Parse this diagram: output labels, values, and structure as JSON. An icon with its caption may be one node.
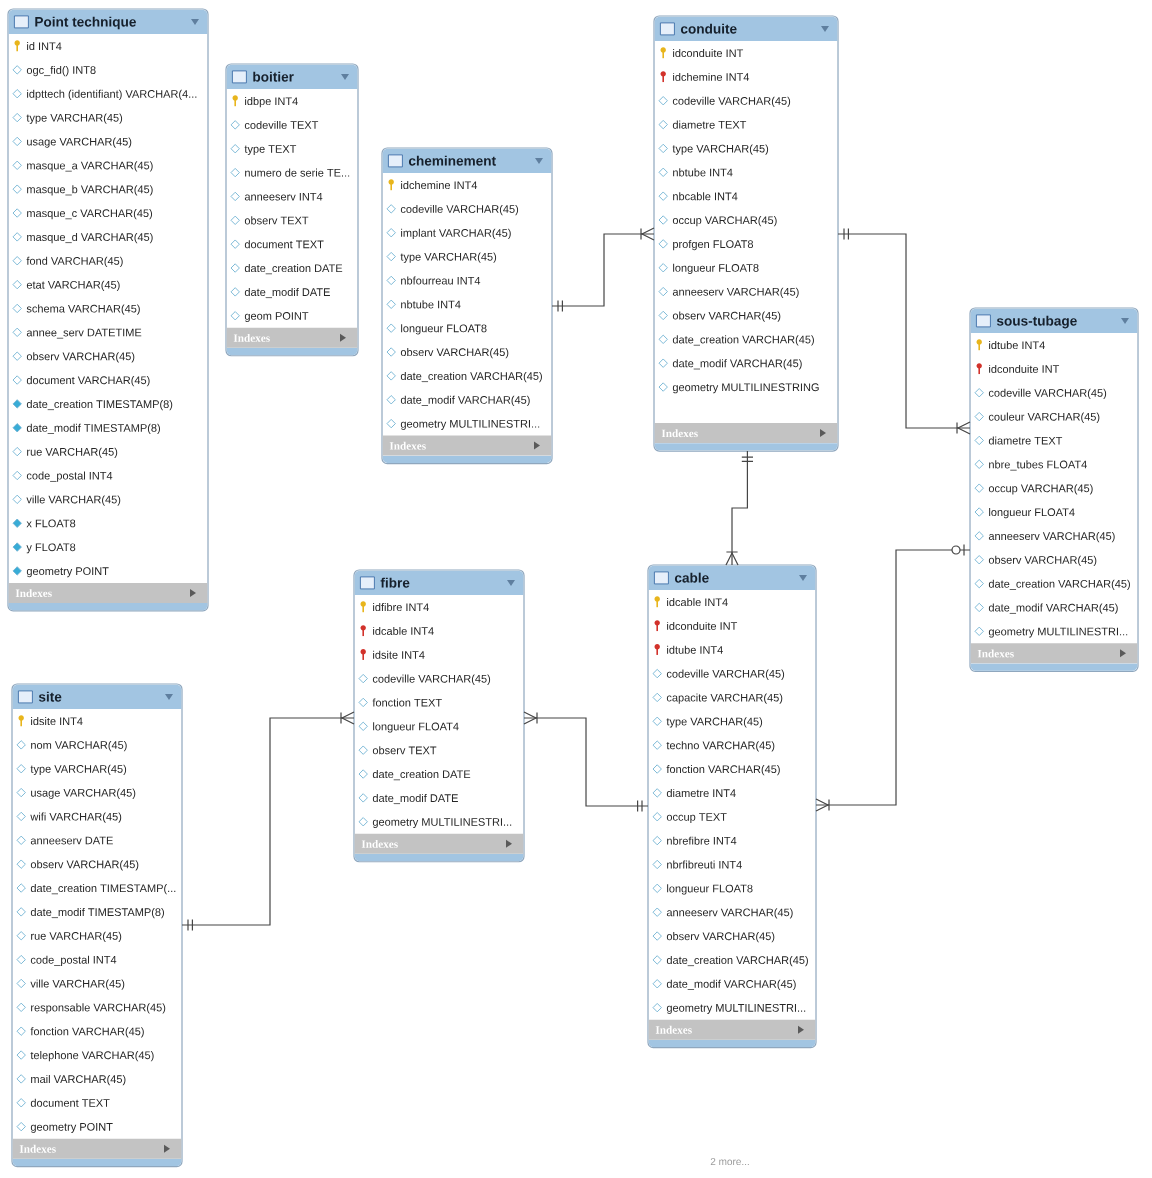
{
  "diagram": {
    "nodes": [
      {
        "text": [
          "Point technique",
          "id INT4",
          "ogc_fid() INT8",
          "idpttech (identifiant) VARCHAR(4...",
          "type VARCHAR(45)",
          "usage VARCHAR(45)",
          "masque_a VARCHAR(45)",
          "masque_b VARCHAR(45)",
          "masque_c VARCHAR(45)",
          "masque_d VARCHAR(45)",
          "fond VARCHAR(45)",
          "etat VARCHAR(45)",
          "schema VARCHAR(45)",
          "annee_serv DATETIME",
          "observ VARCHAR(45)",
          "document VARCHAR(45)",
          "date_creation TIMESTAMP(8)",
          "date_modif TIMESTAMP(8)",
          "rue VARCHAR(45)",
          "code_postal INT4",
          "ville VARCHAR(45)",
          "x FLOAT8",
          "y FLOAT8",
          "geometry POINT",
          "Indexes"
        ]
      },
      {
        "text": [
          "boitier",
          "idbpe INT4",
          "codeville TEXT",
          "type TEXT",
          "numero de serie TE...",
          "anneeserv INT4",
          "observ TEXT",
          "document TEXT",
          "date_creation DATE",
          "date_modif DATE",
          "geom POINT",
          "Indexes"
        ]
      },
      {
        "text": [
          "cheminement",
          "idchemine INT4",
          "codeville VARCHAR(45)",
          "implant VARCHAR(45)",
          "type VARCHAR(45)",
          "nbfourreau INT4",
          "nbtube INT4",
          "longueur FLOAT8",
          "observ VARCHAR(45)",
          "date_creation VARCHAR(45)",
          "date_modif VARCHAR(45)",
          "geometry MULTILINESTRI...",
          "Indexes"
        ]
      },
      {
        "text": [
          "conduite",
          "idconduite INT",
          "idchemine INT4",
          "codeville VARCHAR(45)",
          "diametre TEXT",
          "type VARCHAR(45)",
          "nbtube INT4",
          "nbcable INT4",
          "occup VARCHAR(45)",
          "profgen FLOAT8",
          "longueur FLOAT8",
          "anneeserv VARCHAR(45)",
          "observ VARCHAR(45)",
          "date_creation VARCHAR(45)",
          "date_modif VARCHAR(45)",
          "geometry MULTILINESTRING",
          "Indexes"
        ]
      },
      {
        "text": [
          "sous-tubage",
          "idtube INT4",
          "idconduite INT",
          "codeville VARCHAR(45)",
          "couleur VARCHAR(45)",
          "diametre TEXT",
          "nbre_tubes FLOAT4",
          "occup VARCHAR(45)",
          "longueur FLOAT4",
          "anneeserv VARCHAR(45)",
          "observ VARCHAR(45)",
          "date_creation VARCHAR(45)",
          "date_modif VARCHAR(45)",
          "geometry MULTILINESTRI...",
          "Indexes"
        ]
      },
      {
        "text": [
          "fibre",
          "idfibre INT4",
          "idcable INT4",
          "idsite INT4",
          "codeville VARCHAR(45)",
          "fonction TEXT",
          "longueur FLOAT4",
          "observ TEXT",
          "date_creation DATE",
          "date_modif DATE",
          "geometry MULTILINESTRI...",
          "Indexes"
        ]
      },
      {
        "text": [
          "cable",
          "idcable INT4",
          "idconduite INT",
          "idtube INT4",
          "codeville VARCHAR(45)",
          "capacite VARCHAR(45)",
          "type VARCHAR(45)",
          "techno VARCHAR(45)",
          "fonction VARCHAR(45)",
          "diametre INT4",
          "occup TEXT",
          "nbrefibre INT4",
          "nbrfibreuti INT4",
          "longueur FLOAT8",
          "anneeserv VARCHAR(45)",
          "observ VARCHAR(45)",
          "date_creation VARCHAR(45)",
          "date_modif VARCHAR(45)",
          "geometry MULTILINESTRI...",
          "Indexes"
        ]
      },
      {
        "text": [
          "site",
          "idsite INT4",
          "nom VARCHAR(45)",
          "type VARCHAR(45)",
          "usage VARCHAR(45)",
          "wifi VARCHAR(45)",
          "anneeserv DATE",
          "observ VARCHAR(45)",
          "date_creation TIMESTAMP(...",
          "date_modif TIMESTAMP(8)",
          "rue VARCHAR(45)",
          "code_postal INT4",
          "ville VARCHAR(45)",
          "responsable VARCHAR(45)",
          "fonction VARCHAR(45)",
          "telephone VARCHAR(45)",
          "mail VARCHAR(45)",
          "document TEXT",
          "geometry POINT",
          "Indexes"
        ]
      }
    ],
    "edges": [
      {
        "from": 2,
        "to": 3,
        "arrow": "other"
      },
      {
        "from": 3,
        "to": 4,
        "arrow": "other"
      },
      {
        "from": 3,
        "to": 6,
        "arrow": "other"
      },
      {
        "from": 4,
        "to": 6,
        "arrow": "other"
      },
      {
        "from": 6,
        "to": 5,
        "arrow": "other"
      },
      {
        "from": 7,
        "to": 5,
        "arrow": "other"
      }
    ],
    "labels": [
      "2 more..."
    ]
  }
}
